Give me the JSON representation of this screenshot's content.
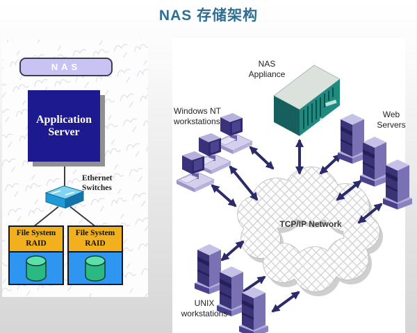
{
  "title": "NAS 存储架构",
  "left_panel": {
    "nas_label": "NAS",
    "app_server_label": "Application Server",
    "ethernet_switches_label": "Ethernet Switches",
    "raid_units": [
      {
        "label": "File System RAID"
      },
      {
        "label": "File System RAID"
      }
    ]
  },
  "network_diagram": {
    "nas_appliance_label": "NAS Appliance",
    "windows_nt_label": "Windows NT workstations",
    "web_servers_label": "Web Servers",
    "tcpip_cloud_label": "TCP/IP Network",
    "unix_label": "UNIX workstations"
  },
  "colors": {
    "title_text": "#2d6e93",
    "arrow": "#2b2a6b",
    "app_server_fill": "#1c1a8e",
    "nas_pill_fill": "#c9c3f4",
    "raid_header_fill": "#f2b01e",
    "raid_body_fill": "#2e96f0",
    "disk_green": "#2ab883",
    "appliance_teal": "#1f8a80",
    "switch_cyan": "#219ddb",
    "tower_purple": "#3b3378"
  }
}
